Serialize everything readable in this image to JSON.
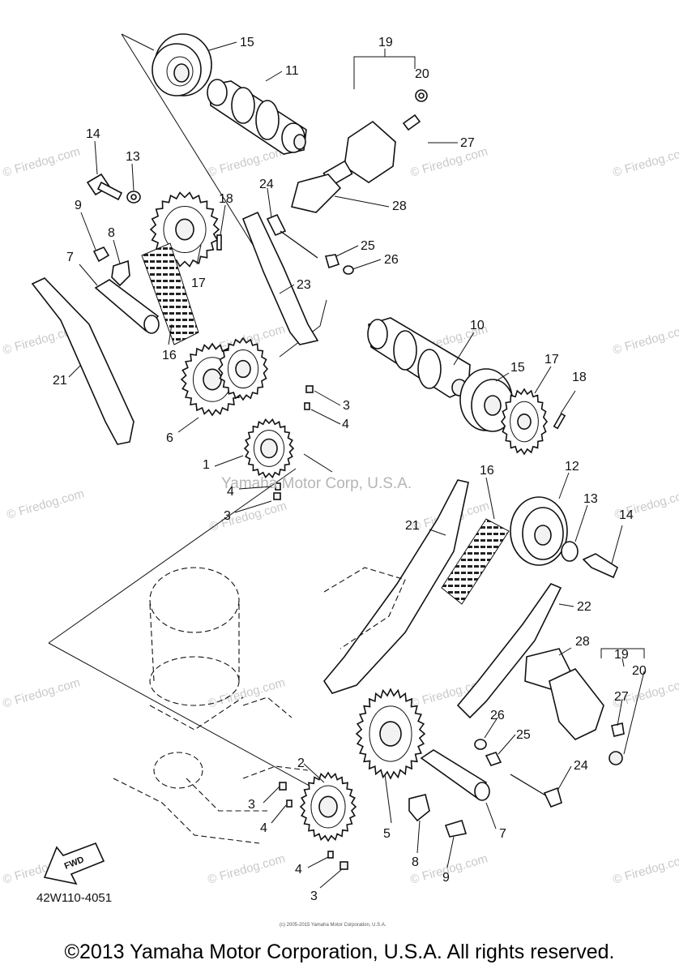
{
  "diagram": {
    "part_labels": [
      {
        "id": "15a",
        "text": "15"
      },
      {
        "id": "11",
        "text": "11"
      },
      {
        "id": "19a",
        "text": "19"
      },
      {
        "id": "20a",
        "text": "20"
      },
      {
        "id": "27a",
        "text": "27"
      },
      {
        "id": "28a",
        "text": "28"
      },
      {
        "id": "14a",
        "text": "14"
      },
      {
        "id": "13a",
        "text": "13"
      },
      {
        "id": "24a",
        "text": "24"
      },
      {
        "id": "18a",
        "text": "18"
      },
      {
        "id": "9a",
        "text": "9"
      },
      {
        "id": "8a",
        "text": "8"
      },
      {
        "id": "25a",
        "text": "25"
      },
      {
        "id": "26a",
        "text": "26"
      },
      {
        "id": "7a",
        "text": "7"
      },
      {
        "id": "17a",
        "text": "17"
      },
      {
        "id": "23",
        "text": "23"
      },
      {
        "id": "16a",
        "text": "16"
      },
      {
        "id": "21a",
        "text": "21"
      },
      {
        "id": "10",
        "text": "10"
      },
      {
        "id": "15b",
        "text": "15"
      },
      {
        "id": "17b",
        "text": "17"
      },
      {
        "id": "18b",
        "text": "18"
      },
      {
        "id": "3a",
        "text": "3"
      },
      {
        "id": "4a",
        "text": "4"
      },
      {
        "id": "6",
        "text": "6"
      },
      {
        "id": "1",
        "text": "1"
      },
      {
        "id": "4b",
        "text": "4"
      },
      {
        "id": "3b",
        "text": "3"
      },
      {
        "id": "16b",
        "text": "16"
      },
      {
        "id": "12",
        "text": "12"
      },
      {
        "id": "13b",
        "text": "13"
      },
      {
        "id": "14b",
        "text": "14"
      },
      {
        "id": "21b",
        "text": "21"
      },
      {
        "id": "22",
        "text": "22"
      },
      {
        "id": "19b",
        "text": "19"
      },
      {
        "id": "28b",
        "text": "28"
      },
      {
        "id": "20b",
        "text": "20"
      },
      {
        "id": "27b",
        "text": "27"
      },
      {
        "id": "26b",
        "text": "26"
      },
      {
        "id": "25b",
        "text": "25"
      },
      {
        "id": "24b",
        "text": "24"
      },
      {
        "id": "2",
        "text": "2"
      },
      {
        "id": "5",
        "text": "5"
      },
      {
        "id": "3c",
        "text": "3"
      },
      {
        "id": "4c",
        "text": "4"
      },
      {
        "id": "7b",
        "text": "7"
      },
      {
        "id": "8b",
        "text": "8"
      },
      {
        "id": "9b",
        "text": "9"
      },
      {
        "id": "4d",
        "text": "4"
      },
      {
        "id": "3d",
        "text": "3"
      }
    ],
    "watermark": "© Firedog.com",
    "center_watermark": "Yamaha Motor Corp, U.S.A.",
    "fwd_label": "FWD",
    "figure_code": "42W110-4051",
    "fine_print": "(c) 2005-2015 Yamaha Motor Corporation, U.S.A."
  },
  "footer": {
    "copyright": "©2013 Yamaha Motor Corporation, U.S.A. All rights reserved."
  }
}
